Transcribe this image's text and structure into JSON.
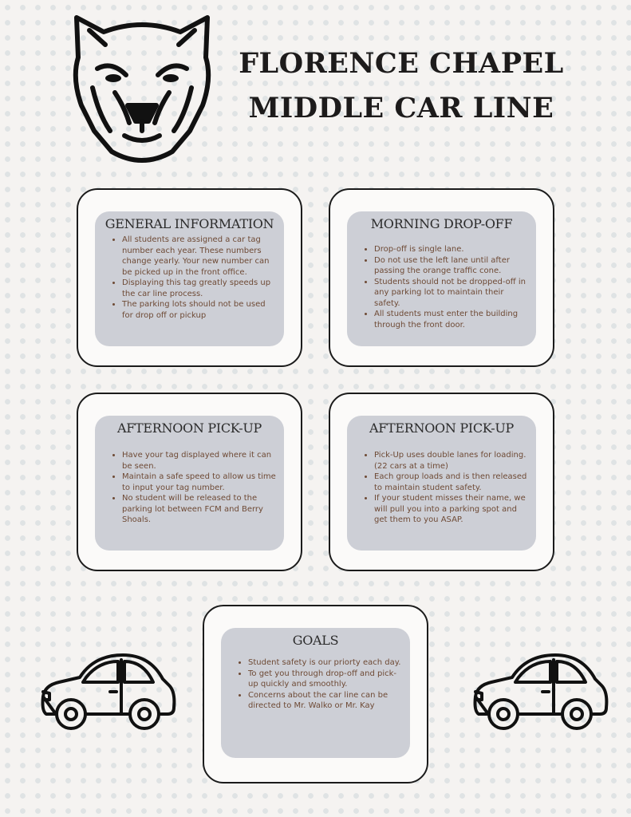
{
  "header": {
    "title_line1": "FLORENCE CHAPEL",
    "title_line2": "MIDDLE CAR LINE"
  },
  "mascot": {
    "icon": "panther-head-icon"
  },
  "cards": {
    "general": {
      "heading": "GENERAL INFORMATION",
      "items": [
        "All students are assigned a car tag number each year. These numbers change yearly. Your new number can be picked up in the front office.",
        "Displaying this tag greatly speeds up the car line process.",
        "The parking lots should not be used for drop off or pickup"
      ]
    },
    "morning": {
      "heading": "MORNING DROP-OFF",
      "items": [
        "Drop-off is single lane.",
        "Do not use the left lane until after passing the orange traffic cone.",
        "Students should not be dropped-off in any parking lot to maintain their safety.",
        "All students must enter the building through the front door."
      ]
    },
    "afternoon1": {
      "heading": "AFTERNOON PICK-UP",
      "items": [
        "Have your tag displayed where it can be seen.",
        "Maintain a safe speed to allow us time to input your tag number.",
        "No student will be released to the parking lot between FCM and Berry Shoals."
      ]
    },
    "afternoon2": {
      "heading": "AFTERNOON PICK-UP",
      "items": [
        "Pick-Up  uses double lanes for loading. (22 cars at a time)",
        "Each group loads and is then released to maintain student safety.",
        "If your student misses their name, we will pull you into a parking spot and get them to you ASAP."
      ]
    },
    "goals": {
      "heading": "GOALS",
      "items": [
        "Student safety is our priorty each day.",
        "To get you through drop-off and pick-up quickly and smoothly.",
        "Concerns about the car line  can be directed to Mr. Walko or Mr. Kay"
      ]
    }
  },
  "icons": {
    "left_car": "car-icon",
    "right_car": "car-icon"
  },
  "colors": {
    "text_brown": "#6e4a35",
    "inner_panel": "#cdcfd6",
    "outline": "#1b1b1b"
  }
}
